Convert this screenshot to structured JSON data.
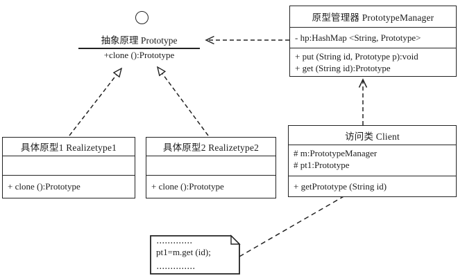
{
  "diagram": {
    "title": "Prototype pattern UML class diagram",
    "interface": {
      "title": "抽象原理 Prototype",
      "operation": "+clone ():Prototype"
    },
    "prototype_manager": {
      "title": "原型管理器 PrototypeManager",
      "attributes": [
        "- hp:HashMap <String,  Prototype>"
      ],
      "methods": [
        "+ put (String id,  Prototype p):void",
        "+ get (String id):Prototype"
      ]
    },
    "realizetype1": {
      "title": "具体原型1 Realizetype1",
      "attributes": [
        ""
      ],
      "methods": [
        "+ clone ():Prototype"
      ]
    },
    "realizetype2": {
      "title": "具体原型2 Realizetype2",
      "attributes": [
        ""
      ],
      "methods": [
        "+ clone ():Prototype"
      ]
    },
    "client": {
      "title": "访问类 Client",
      "attributes": [
        "# m:PrototypeManager",
        "# pt1:Prototype"
      ],
      "methods": [
        "+ getPrototype (String id)"
      ]
    },
    "note": {
      "line1": ".............",
      "line2": "pt1=m.get (id);",
      "line3": ".............."
    },
    "colors": {
      "line": "#222222",
      "background": "#ffffff"
    }
  }
}
